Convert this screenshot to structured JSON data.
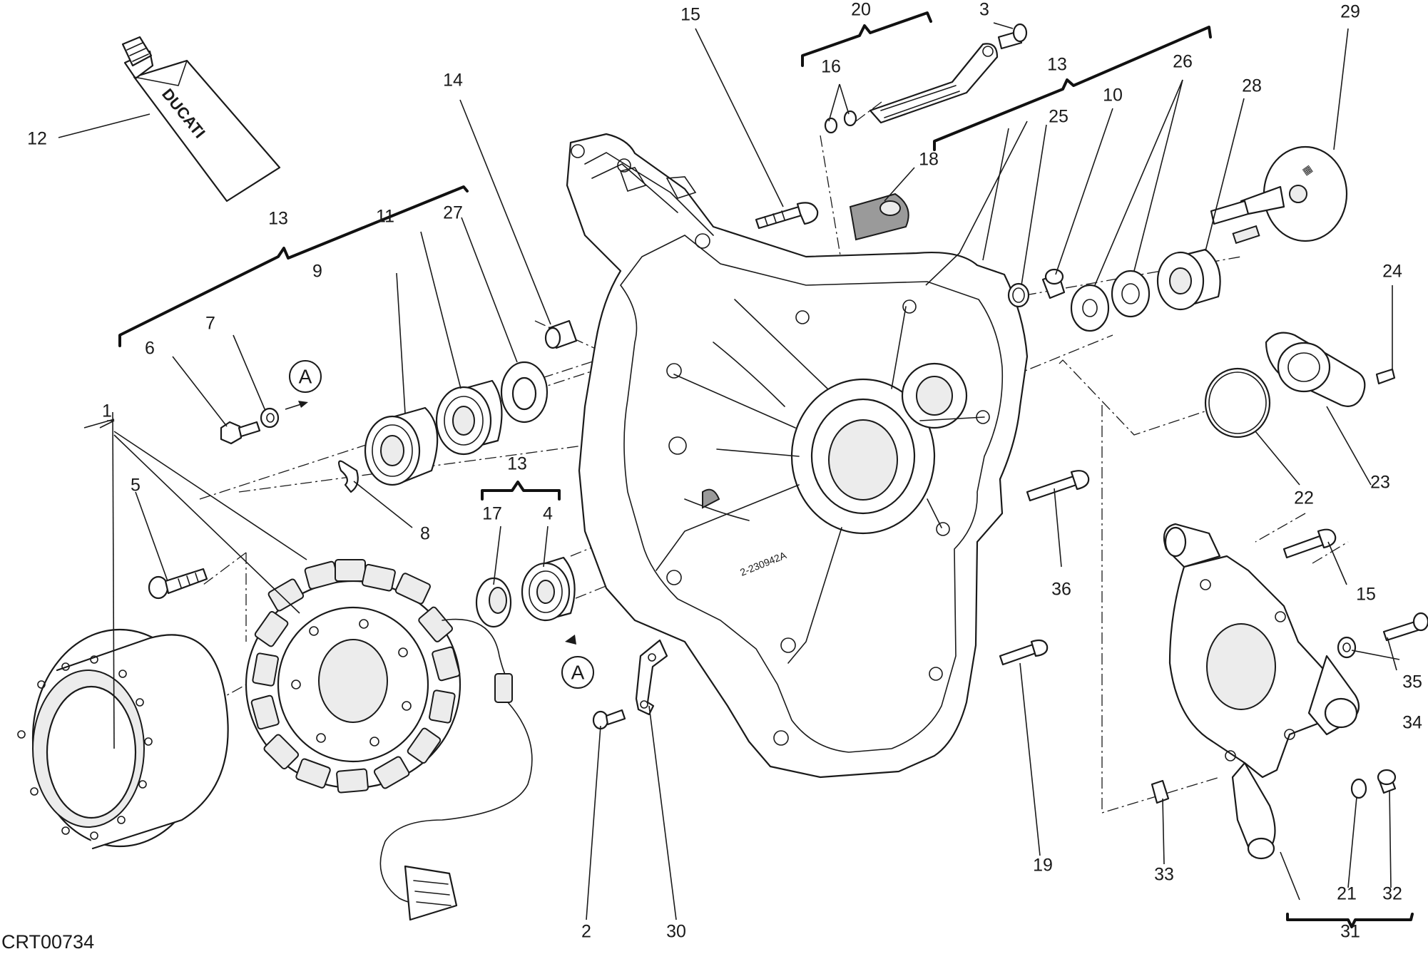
{
  "diagram": {
    "code": "CRT00734",
    "reference_marker": "A",
    "tube_logo": "DUCATI",
    "cover_casting_mark": "2-230942A",
    "part_labels": {
      "p1": "1",
      "p2": "2",
      "p3": "3",
      "p4": "4",
      "p5": "5",
      "p6": "6",
      "p7": "7",
      "p8": "8",
      "p9": "9",
      "p10": "10",
      "p11": "11",
      "p12": "12",
      "p13a": "13",
      "p13b": "13",
      "p13c": "13",
      "p14": "14",
      "p15a": "15",
      "p15b": "15",
      "p16": "16",
      "p17": "17",
      "p18": "18",
      "p19": "19",
      "p20": "20",
      "p21": "21",
      "p22": "22",
      "p23": "23",
      "p24": "24",
      "p25": "25",
      "p26": "26",
      "p27": "27",
      "p28": "28",
      "p29": "29",
      "p30": "30",
      "p31": "31",
      "p32": "32",
      "p33": "33",
      "p34": "34",
      "p35": "35",
      "p36": "36"
    }
  }
}
